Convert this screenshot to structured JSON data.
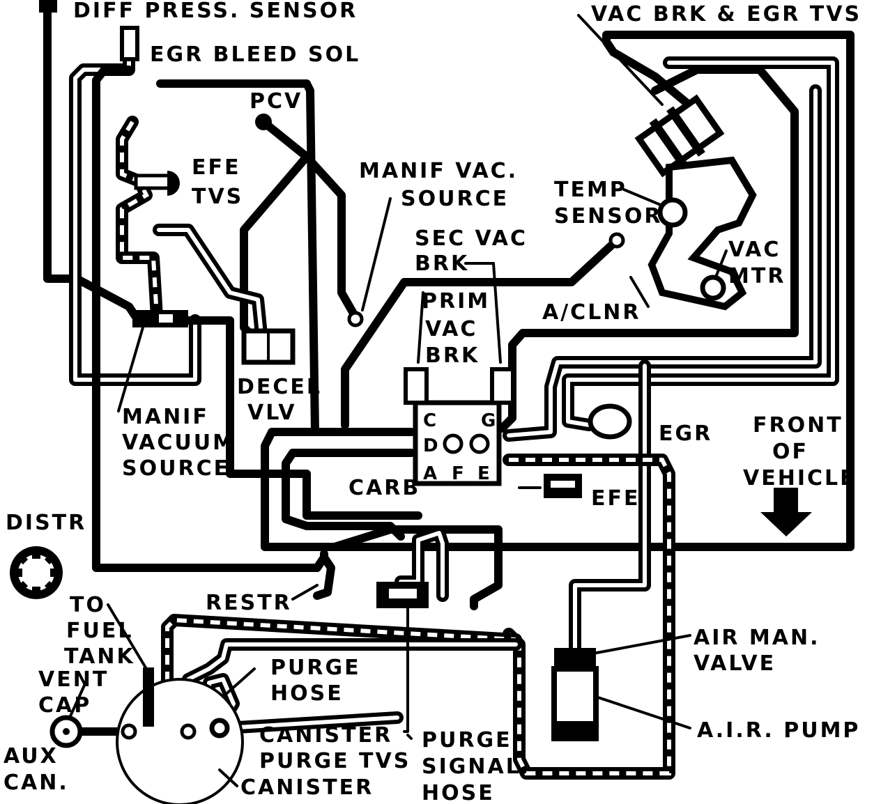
{
  "labels": {
    "diff_press_sensor": "DIFF PRESS. SENSOR",
    "egr_bleed_sol": "EGR BLEED SOL",
    "pcv": "PCV",
    "efe_tvs_1": "EFE",
    "efe_tvs_2": "TVS",
    "manif_vac_source_1": "MANIF VAC.",
    "manif_vac_source_2": "SOURCE",
    "vac_brk_egr_tvs": "VAC BRK & EGR TVS",
    "temp_sensor_1": "TEMP",
    "temp_sensor_2": "SENSOR",
    "sec_vac_brk_1": "SEC VAC",
    "sec_vac_brk_2": "BRK",
    "vac_mtr_1": "VAC",
    "vac_mtr_2": "MTR",
    "prim_vac_brk_1": "PRIM",
    "prim_vac_brk_2": "VAC",
    "prim_vac_brk_3": "BRK",
    "a_clnr": "A/CLNR",
    "decel_vlv_1": "DECEL",
    "decel_vlv_2": "VLV",
    "manif_vacuum_source_1": "MANIF",
    "manif_vacuum_source_2": "VACUUM",
    "manif_vacuum_source_3": "SOURCE",
    "carb": "CARB",
    "port_c": "C",
    "port_g": "G",
    "port_d": "D",
    "port_a": "A",
    "port_f": "F",
    "port_e": "E",
    "egr": "EGR",
    "front_of_vehicle_1": "FRONT",
    "front_of_vehicle_2": "OF",
    "front_of_vehicle_3": "VEHICLE",
    "efe": "EFE",
    "distr": "DISTR",
    "restr": "RESTR",
    "to_fuel_tank_1": "TO",
    "to_fuel_tank_2": "FUEL",
    "to_fuel_tank_3": "TANK",
    "vent_cap_1": "VENT",
    "vent_cap_2": "CAP",
    "purge_hose_1": "PURGE",
    "purge_hose_2": "HOSE",
    "air_man_valve_1": "AIR MAN.",
    "air_man_valve_2": "VALVE",
    "air_pump": "A.I.R. PUMP",
    "aux_can_1": "AUX",
    "aux_can_2": "CAN.",
    "canister_purge_tvs_1": "CANISTER",
    "canister_purge_tvs_2": "PURGE TVS",
    "purge_signal_hose_1": "PURGE",
    "purge_signal_hose_2": "SIGNAL",
    "purge_signal_hose_3": "HOSE",
    "canister": "CANISTER"
  }
}
